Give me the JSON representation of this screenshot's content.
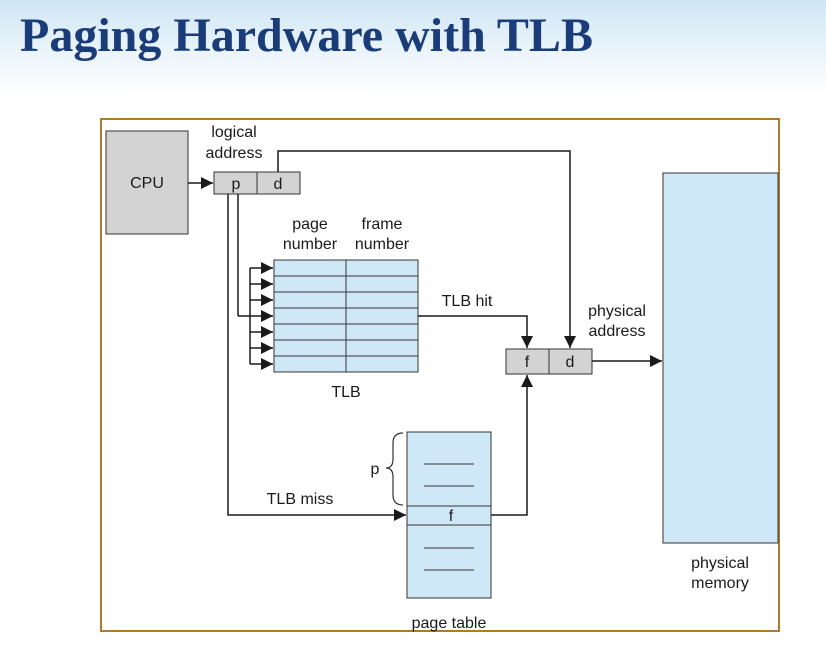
{
  "slide": {
    "title": "Paging Hardware with TLB"
  },
  "diagram": {
    "cpu_label": "CPU",
    "logical_address": [
      "logical",
      "address"
    ],
    "logical_address_fields": {
      "p": "p",
      "d": "d"
    },
    "tlb_columns": {
      "page_number": [
        "page",
        "number"
      ],
      "frame_number": [
        "frame",
        "number"
      ]
    },
    "tlb_label": "TLB",
    "tlb_hit_label": "TLB hit",
    "tlb_miss_label": "TLB miss",
    "physical_address": [
      "physical",
      "address"
    ],
    "physical_address_fields": {
      "f": "f",
      "d": "d"
    },
    "page_table_label": "page table",
    "page_table_p_label": "p",
    "page_table_f_label": "f",
    "physical_memory": [
      "physical",
      "memory"
    ],
    "colors": {
      "box_fill": "#cfe8f7",
      "cpu_fill": "#d3d3d3",
      "frame_border": "#b07a28",
      "title": "#1a3c78"
    }
  }
}
